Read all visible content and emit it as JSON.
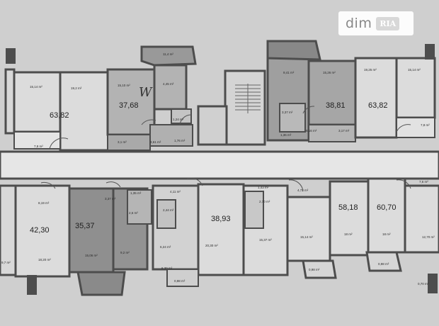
{
  "watermark": {
    "text_dim": "dim",
    "text_ria": "RIA"
  },
  "colors": {
    "background": "#cfcfcf",
    "wall": "#4d4d4d",
    "room_light": "#dcdcdc",
    "room_mid": "#b3b3b3",
    "room_dark": "#8f8f8f",
    "text": "#1e1e1e"
  },
  "apartments": {
    "top": [
      "63,82",
      "37,68",
      "38,81",
      "63,82"
    ],
    "bottom": [
      "42,30",
      "35,37",
      "38,93",
      "58,18",
      "60,70"
    ]
  },
  "room_labels": {
    "top": [
      "15,14 m²",
      "19,2 m²",
      "15,10 m²",
      "4,45 m²",
      "1,24 m²",
      "3,1 m²",
      "3,61 m²",
      "1,76 m²",
      "11,4 m²",
      "7,8 m²",
      "9,41 m²",
      "15,26 m²",
      "3,37 m²",
      "1,36 m²",
      "8,16 m²",
      "3,17 m²",
      "19,25 m²",
      "15,14 m²",
      "7,8 m²"
    ],
    "bottom": [
      "8,19 m²",
      "18,20 m²",
      "9,7 m²",
      "3,37 m²",
      "2,6 m²",
      "15,06 m²",
      "9,2 m²",
      "1,35 m²",
      "4,11 m²",
      "2,44 m²",
      "6,24 m²",
      "0,98 m²",
      "6,39 m²",
      "20,30 m²",
      "1,43 m²",
      "2,70 m²",
      "15,37 m²",
      "4,72 m²",
      "15,14 m²",
      "0,98 m²",
      "18 m²",
      "18 m²",
      "0,98 m²",
      "7,6 m²",
      "12,70 m²",
      "0,70 m²"
    ]
  },
  "annotation": "W"
}
